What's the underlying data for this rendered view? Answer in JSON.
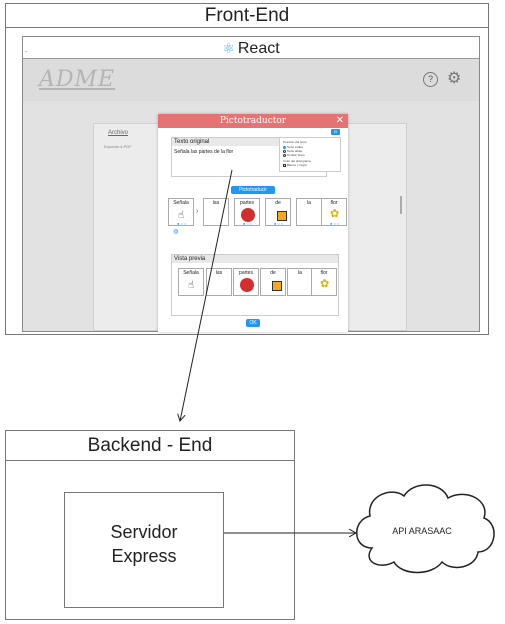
{
  "frontend": {
    "title": "Front-End"
  },
  "react": {
    "title": "React",
    "dot": "."
  },
  "app": {
    "logo": "ADME",
    "help_glyph": "?",
    "gear_glyph": "⚙",
    "archivo_tab": "Archivo",
    "export_label": "Exportar a PDF"
  },
  "dialog": {
    "title": "Pictotraductor",
    "close": "✕",
    "original_header": "Texto original",
    "original_text": "Señala las partes de la flor",
    "options_title": "Posición del texto",
    "options": [
      "Texto Arriba",
      "Texto abajo",
      "Ocultar Texto"
    ],
    "color_title": "Color del pictograma",
    "color_option": "Blanco y negro",
    "mini_button": "⊡",
    "pictotraducir_button": "Pictotraducir",
    "preview_header": "Vista previa",
    "ok_button": "OK",
    "words": [
      "Señala",
      "las",
      "partes",
      "de",
      "la",
      "flor"
    ]
  },
  "backend": {
    "title": "Backend - End",
    "server_line1": "Servidor",
    "server_line2": "Express"
  },
  "api": {
    "label": "API ARASAAC"
  }
}
